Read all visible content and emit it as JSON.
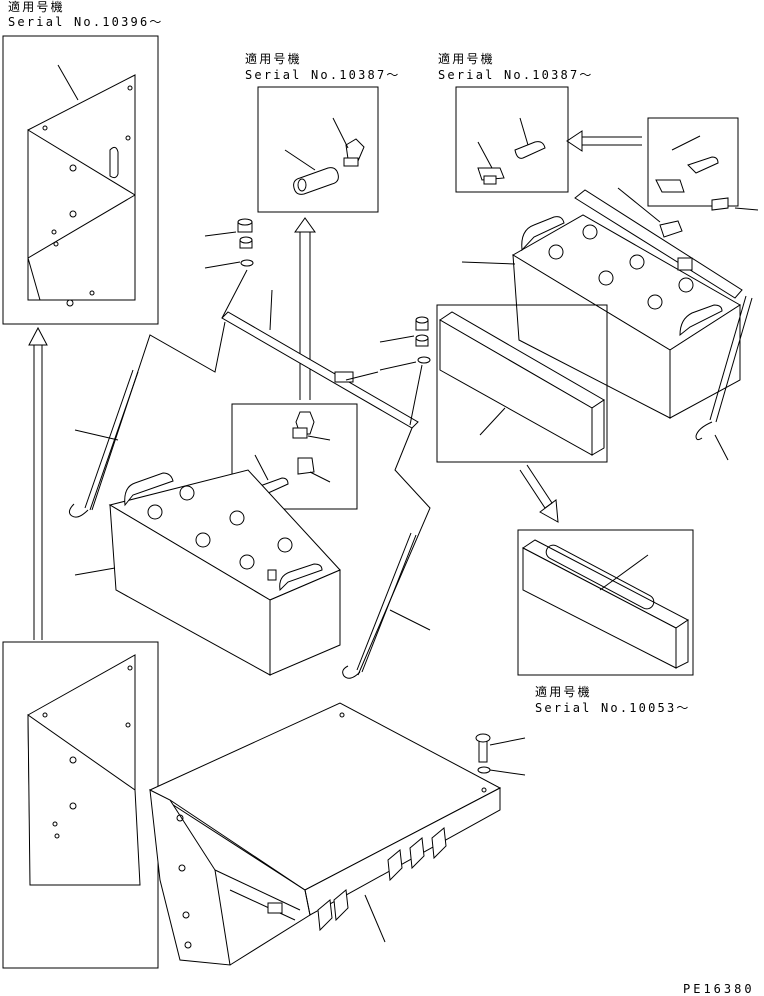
{
  "callouts": [
    {
      "title": "適用号機",
      "serial": "Serial No.10396～"
    },
    {
      "title": "適用号機",
      "serial": "Serial No.10387～"
    },
    {
      "title": "適用号機",
      "serial": "Serial No.10387～"
    },
    {
      "title": "適用号機",
      "serial": "Serial No.10053～"
    }
  ],
  "drawing_number": "PE16380"
}
